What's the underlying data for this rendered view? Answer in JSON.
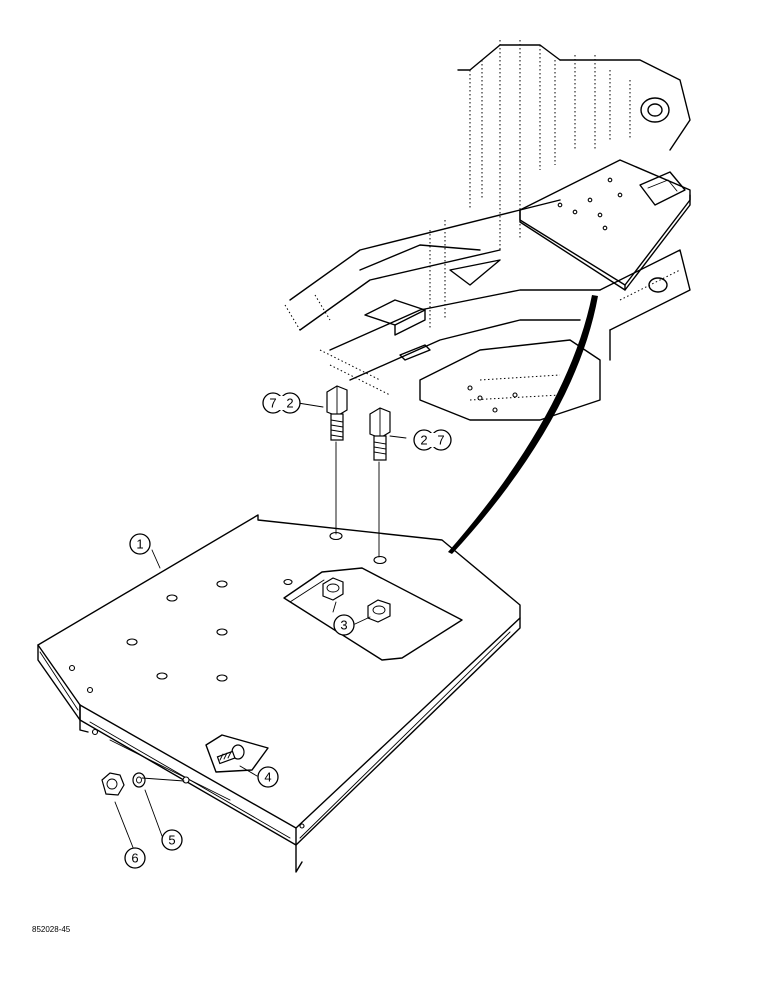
{
  "figure": {
    "reference_number": "852028-45"
  },
  "callouts": [
    {
      "id": "c1",
      "text": "1"
    },
    {
      "id": "c3",
      "text": "3"
    },
    {
      "id": "c4",
      "text": "4"
    },
    {
      "id": "c5",
      "text": "5"
    },
    {
      "id": "c6",
      "text": "6"
    },
    {
      "id": "c7a",
      "text": "7"
    },
    {
      "id": "c2a",
      "text": "2"
    },
    {
      "id": "c2b",
      "text": "2"
    },
    {
      "id": "c7b",
      "text": "7"
    }
  ],
  "parts": {
    "p1": "seat mounting plate",
    "p2": "bolt",
    "p3": "nut",
    "p4": "screw",
    "p5": "lock washer",
    "p6": "nut",
    "p7": "washer"
  }
}
